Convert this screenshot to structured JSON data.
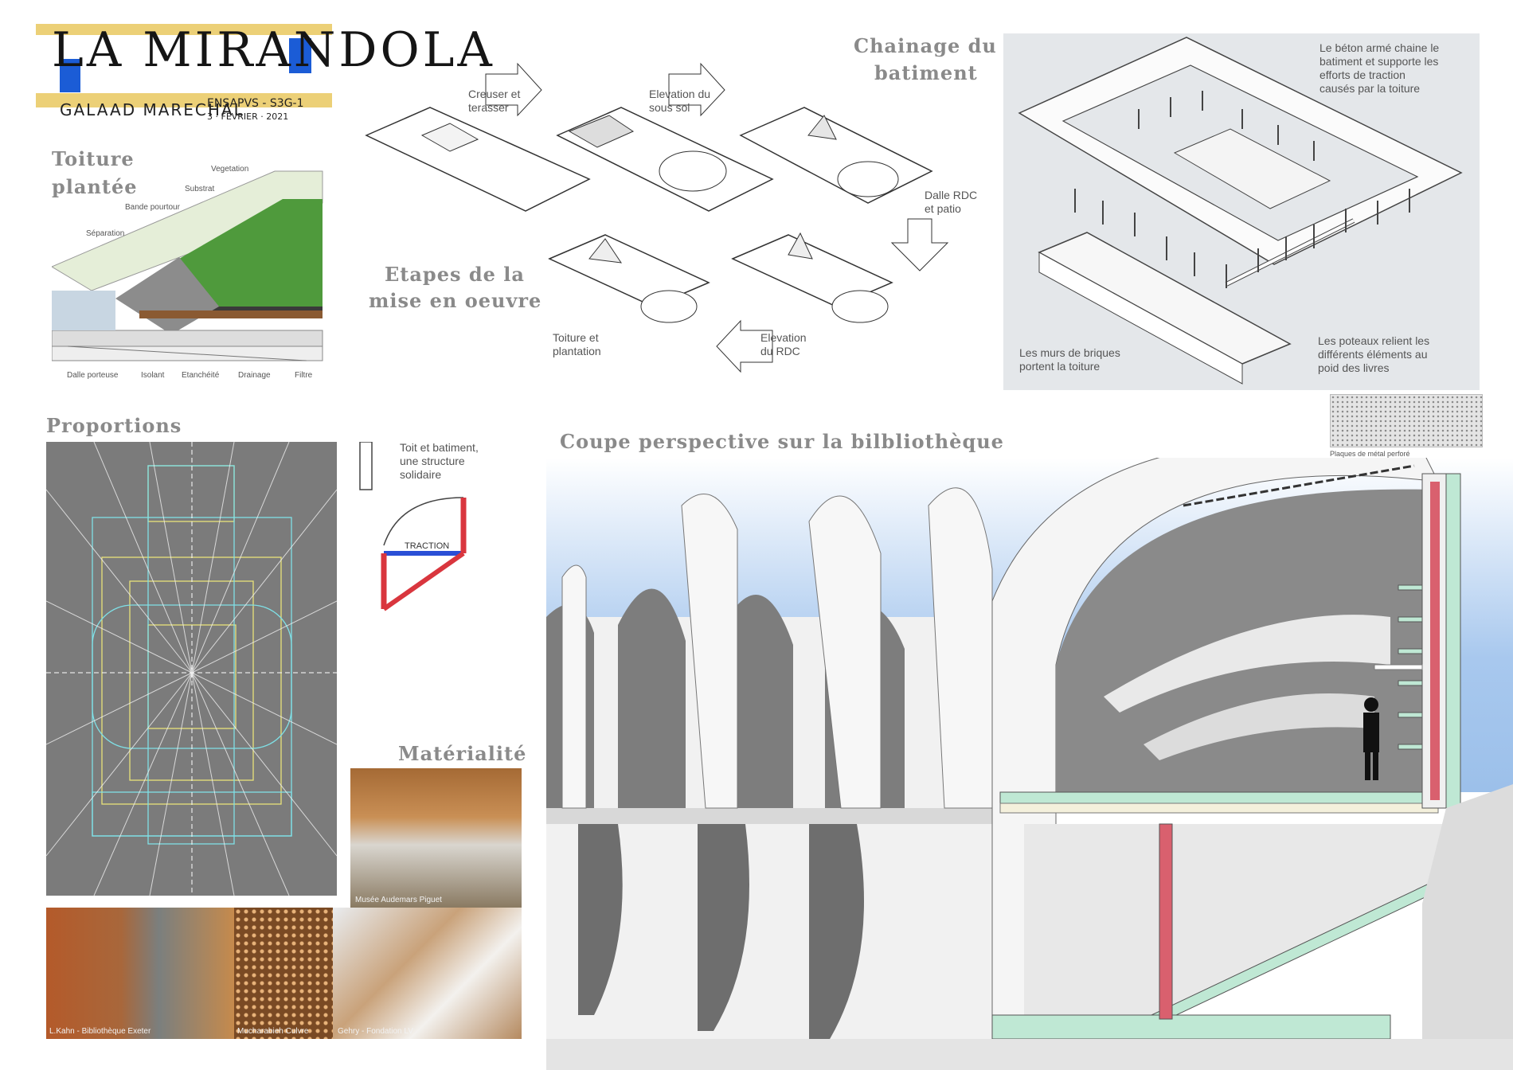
{
  "header": {
    "logo_text": "LA MIRANDOLA",
    "author": "GALAAD MARECHAL",
    "course_line1": "ENSAPVS - S3G-1",
    "course_line2": "3 · FÉVRIER · 2021"
  },
  "sections": {
    "toiture": {
      "title_line1": "Toiture",
      "title_line2": "plantée"
    },
    "etapes": {
      "title_line1": "Etapes de la",
      "title_line2": "mise en oeuvre"
    },
    "chainage": {
      "title_line1": "Chainage du",
      "title_line2": "batiment"
    },
    "proportions": {
      "title": "Proportions"
    },
    "coupe": {
      "title": "Coupe perspective sur la bilbliothèque"
    },
    "materialite": {
      "title": "Matérialité"
    }
  },
  "roof_labels": {
    "vegetation": "Vegetation",
    "substrat": "Substrat",
    "bande": "Bande pourtour",
    "separation": "Séparation",
    "dalle": "Dalle porteuse",
    "isolant": "Isolant",
    "etancheite": "Etanchéité",
    "drainage": "Drainage",
    "filtre": "Filtre"
  },
  "steps": {
    "s1": "Creuser et\nterasser",
    "s2": "Elevation du\nsous sol",
    "s3": "Dalle RDC\net patio",
    "s4": "Elevation\ndu RDC",
    "s5": "Toiture et\nplantation"
  },
  "chainage_labels": {
    "beton": "Le béton armé chaine le\nbatiment et supporte les\nefforts de traction\ncausés par la toiture",
    "murs": "Les murs de briques\nportent la toiture",
    "poteaux": "Les poteaux relient les\ndifférents éléments au\npoid des livres"
  },
  "proportion_note": {
    "text": "Toit et batiment,\nune structure\nsolidaire",
    "traction": "TRACTION"
  },
  "coupe_label": {
    "plaques": "Plaques de métal perforé"
  },
  "photo_captions": {
    "audemars": "Musée Audemars Piguet",
    "kahn": "L.Kahn - Bibliothèque Exeter",
    "moucharabieh": "Mucharabieh Culvre",
    "gehry": "Gehry - Fondation LV"
  },
  "colors": {
    "title_grey": "#8a8a8a",
    "panel_grey": "#e4e7ea",
    "proportion_bg": "#7b7b7b",
    "cyan": "#7fe0e6",
    "yellow": "#e8e27a",
    "mint": "#bfe8d4",
    "red": "#d9606e",
    "sky": "#a8c8ee"
  }
}
